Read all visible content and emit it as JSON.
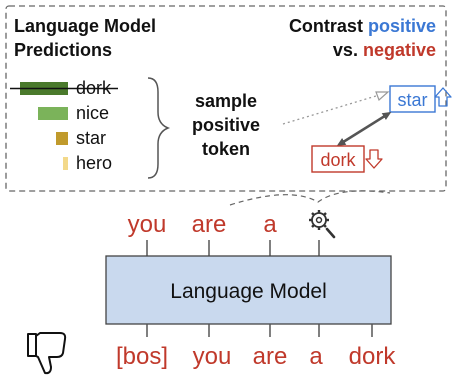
{
  "predictions_panel": {
    "title_line1": "Language Model",
    "title_line2": "Predictions",
    "bars": [
      {
        "token": "dork",
        "struck": true,
        "color": "#4a7a2c"
      },
      {
        "token": "nice",
        "struck": false,
        "color": "#7bb35a"
      },
      {
        "token": "star",
        "struck": false,
        "color": "#c09a2c"
      },
      {
        "token": "hero",
        "struck": false,
        "color": "#f3d98a"
      }
    ],
    "sample_label_line1": "sample",
    "sample_label_line2": "positive",
    "sample_label_line3": "token"
  },
  "contrast": {
    "title_word": "Contrast",
    "positive_word": "positive",
    "vs_word": "vs.",
    "negative_word": "negative",
    "positive_token": "star",
    "negative_token": "dork",
    "positive_color": "#3b78d4",
    "negative_color": "#c0392b"
  },
  "model": {
    "label": "Language Model",
    "fill_color": "#c9d9ee"
  },
  "output_tokens": [
    "you",
    "are",
    "a"
  ],
  "input_tokens": [
    "[bos]",
    "you",
    "are",
    "a",
    "dork"
  ],
  "token_color": "#c0392b",
  "icons": {
    "search": "search-gear-icon",
    "feedback": "thumbs-down-icon"
  }
}
